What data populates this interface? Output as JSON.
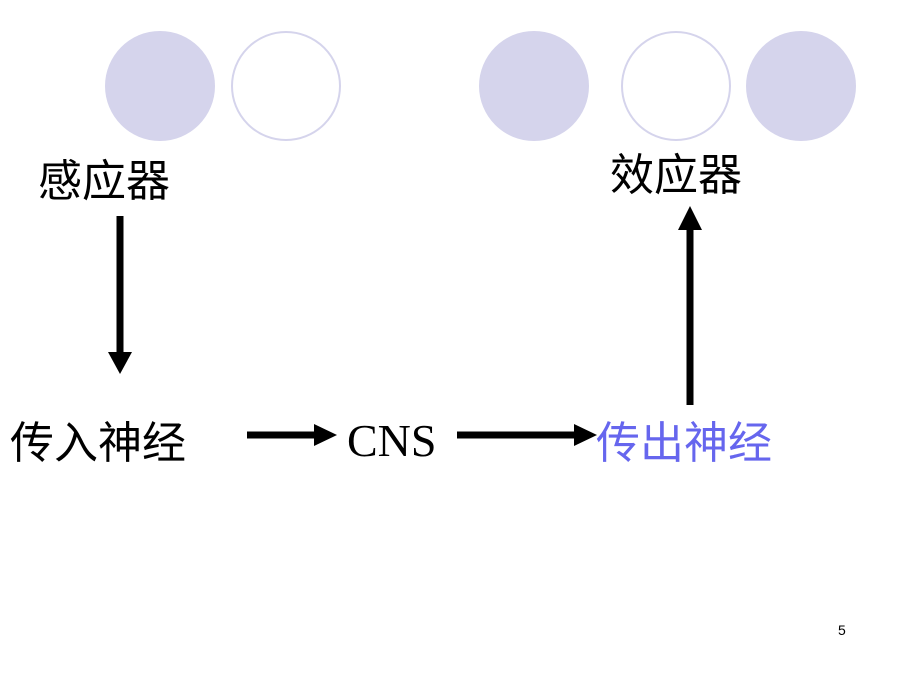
{
  "colors": {
    "circle_fill": "#d5d4ec",
    "efferent_text": "#6666ee",
    "arrow": "#000000"
  },
  "decor": {
    "circles": [
      "filled",
      "outline",
      "filled",
      "outline",
      "filled"
    ]
  },
  "diagram": {
    "receptor": "感应器",
    "afferent_nerve": "传入神经",
    "cns": "CNS",
    "efferent_nerve": "传出神经",
    "effector": "效应器"
  },
  "footer": {
    "page_number": "5"
  }
}
